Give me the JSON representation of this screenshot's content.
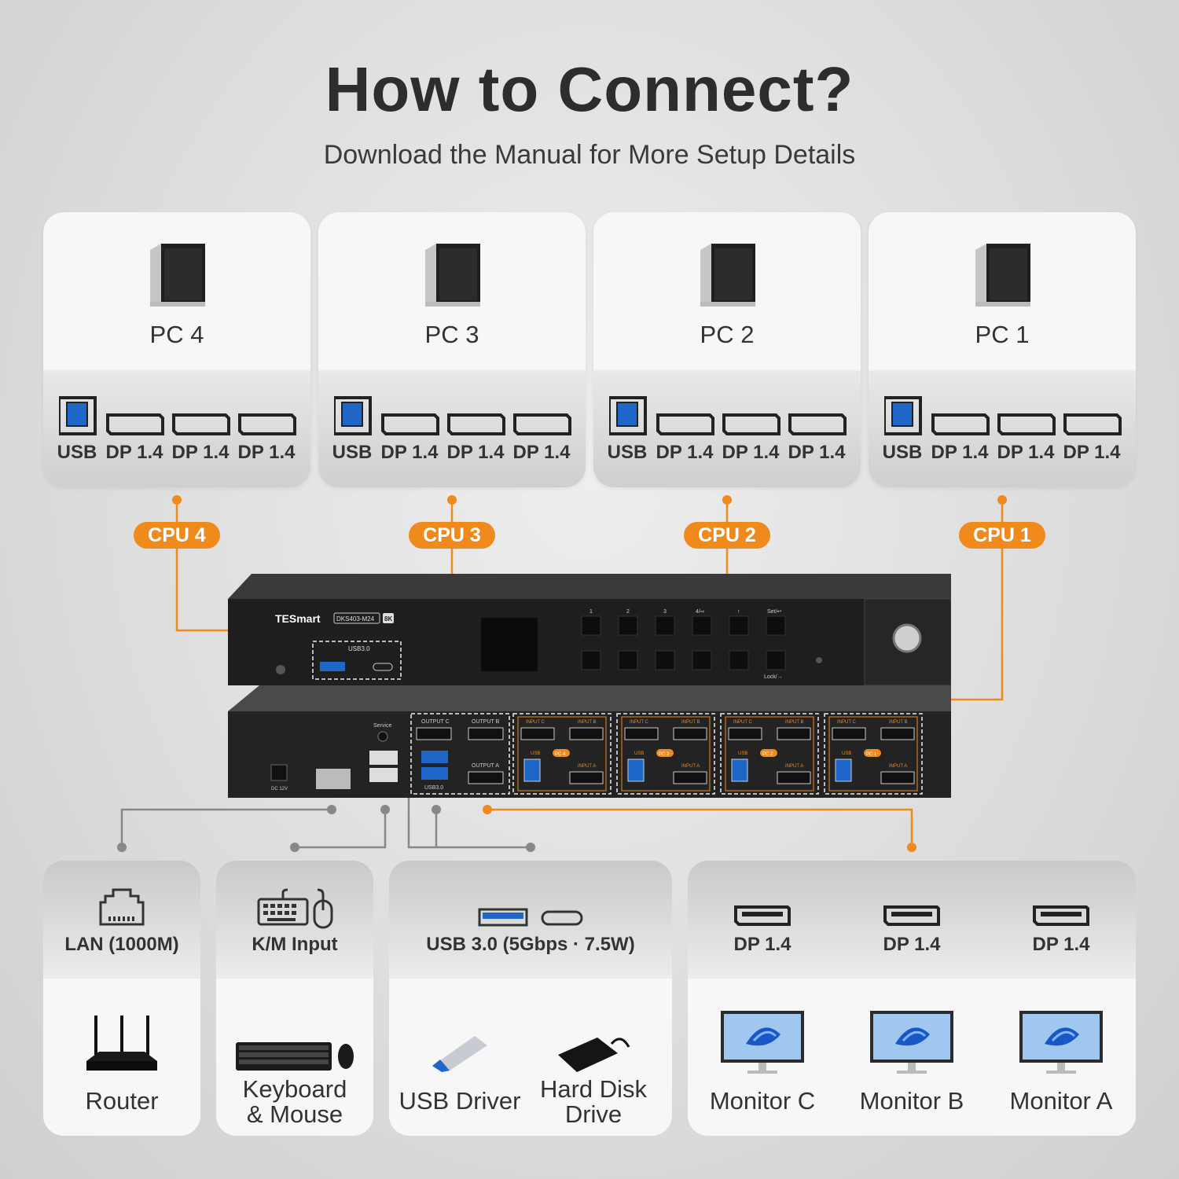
{
  "title": "How to Connect?",
  "subtitle": "Download the Manual for More Setup Details",
  "pcs": [
    {
      "name": "PC 4",
      "cpu": "CPU 4"
    },
    {
      "name": "PC 3",
      "cpu": "CPU 3"
    },
    {
      "name": "PC 2",
      "cpu": "CPU 2"
    },
    {
      "name": "PC 1",
      "cpu": "CPU 1"
    }
  ],
  "port_labels": {
    "usb": "USB",
    "dp": "DP 1.4"
  },
  "device": {
    "brand": "TESmart",
    "model": "DKS403-M24",
    "badge": "8K",
    "usb_label": "USB3.0",
    "buttons_top": [
      "1",
      "2",
      "3",
      "4/⇨",
      "↑",
      "Set/↩"
    ],
    "buttons_bottom_right": [
      "Lock/→"
    ],
    "service": "Service",
    "dc": "DC 12V",
    "usb30": "USB3.0",
    "outputs": [
      "OUTPUT C",
      "OUTPUT B",
      "OUTPUT A"
    ],
    "input_labels": [
      "INPUT C",
      "INPUT B",
      "USB",
      "INPUT A"
    ],
    "pc_tags": [
      "PC 4",
      "PC 3",
      "PC 2",
      "PC 1"
    ]
  },
  "bottom": {
    "lan": {
      "label": "LAN (1000M)",
      "device": "Router"
    },
    "km": {
      "label": "K/M Input",
      "device_line1": "Keyboard",
      "device_line2": "& Mouse"
    },
    "usb": {
      "label": "USB 3.0 (5Gbps · 7.5W)",
      "device1": "USB Driver",
      "device2_line1": "Hard Disk",
      "device2_line2": "Drive"
    },
    "monitors": [
      {
        "label": "DP 1.4",
        "name": "Monitor C"
      },
      {
        "label": "DP 1.4",
        "name": "Monitor B"
      },
      {
        "label": "DP 1.4",
        "name": "Monitor A"
      }
    ]
  },
  "colors": {
    "accent": "#f08a1c",
    "usb_blue": "#1f66c9",
    "dark": "#2d2d2d"
  }
}
